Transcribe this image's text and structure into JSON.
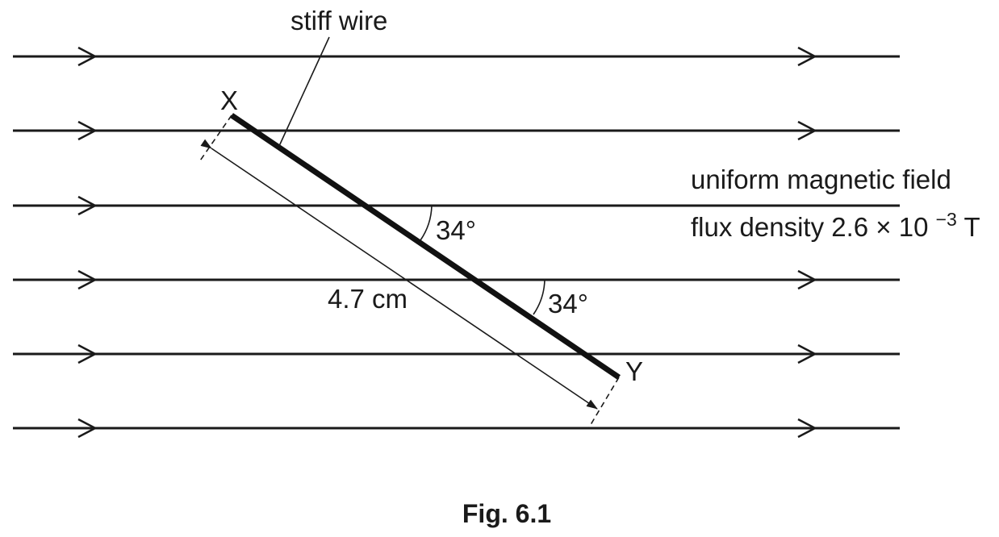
{
  "labels": {
    "wire_label": "stiff wire",
    "end_x": "X",
    "end_y": "Y",
    "angle_upper": "34°",
    "angle_lower": "34°",
    "length": "4.7 cm",
    "field_line1": "uniform magnetic field",
    "field_line2_prefix": "flux density 2.6 × 10",
    "field_line2_exp": "−3",
    "field_line2_unit": " T"
  },
  "caption": "Fig. 6.1"
}
